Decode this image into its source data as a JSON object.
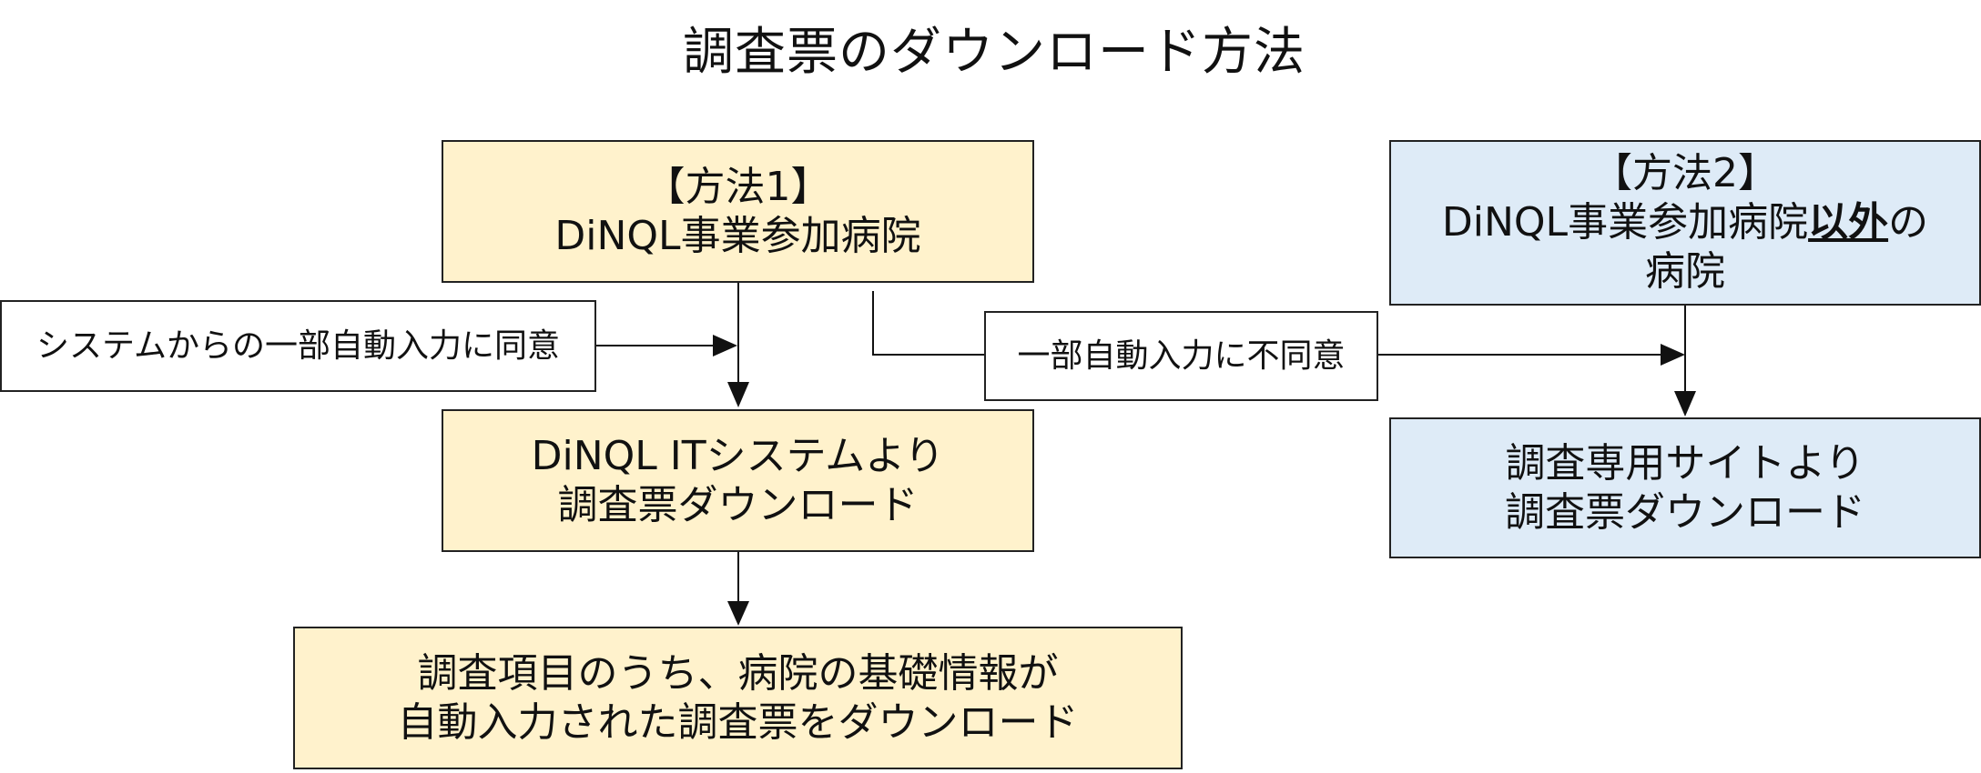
{
  "title": "調査票のダウンロード方法",
  "method1": {
    "line1": "【方法1】",
    "line2": "DiNQL事業参加病院"
  },
  "method2": {
    "line1": "【方法2】",
    "line2_prefix": "DiNQL事業参加病院",
    "line2_emphasis": "以外",
    "line2_suffix": "の",
    "line3": "病院"
  },
  "consent_label": "システムからの一部自動入力に同意",
  "nonconsent_label": "一部自動入力に不同意",
  "step_it": {
    "line1": "DiNQL ITシステムより",
    "line2": "調査票ダウンロード"
  },
  "step_autofill": {
    "line1": "調査項目のうち、病院の基礎情報が",
    "line2": "自動入力された調査票をダウンロード"
  },
  "step_site": {
    "line1": "調査専用サイトより",
    "line2": "調査票ダウンロード"
  },
  "colors": {
    "method1_fill": "#fff2cc",
    "method2_fill": "#deebf7",
    "border": "#222222"
  }
}
